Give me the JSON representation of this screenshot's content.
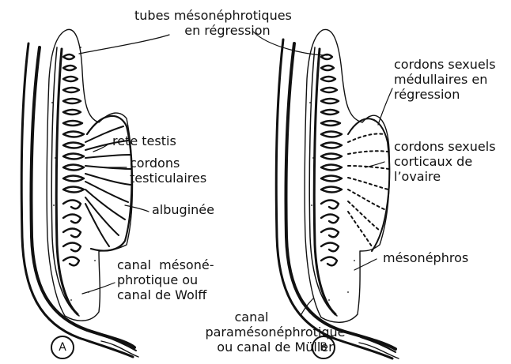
{
  "labels": {
    "tubes": [
      "tubes mésonéphrotiques",
      "en régression"
    ],
    "rete": [
      "rete testis"
    ],
    "cordons_test": [
      "cordons",
      "testiculaires"
    ],
    "albuginee": [
      "albuginée"
    ],
    "canal_wolff": [
      "canal  mésoné-",
      "phrotique ou",
      "canal de Wolff"
    ],
    "canal_muller": [
      "canal",
      "paramésonéphrotique",
      "ou canal de Müller"
    ],
    "cordons_med": [
      "cordons sexuels",
      "médullaires en",
      "régression"
    ],
    "cordons_cort": [
      "cordons sexuels",
      "corticaux de",
      "l’ovaire"
    ],
    "mesonephros": [
      "mésonéphros"
    ]
  },
  "figures": {
    "a": "A",
    "b": "B"
  },
  "colors": {
    "ink": "#111111",
    "background": "#ffffff"
  }
}
